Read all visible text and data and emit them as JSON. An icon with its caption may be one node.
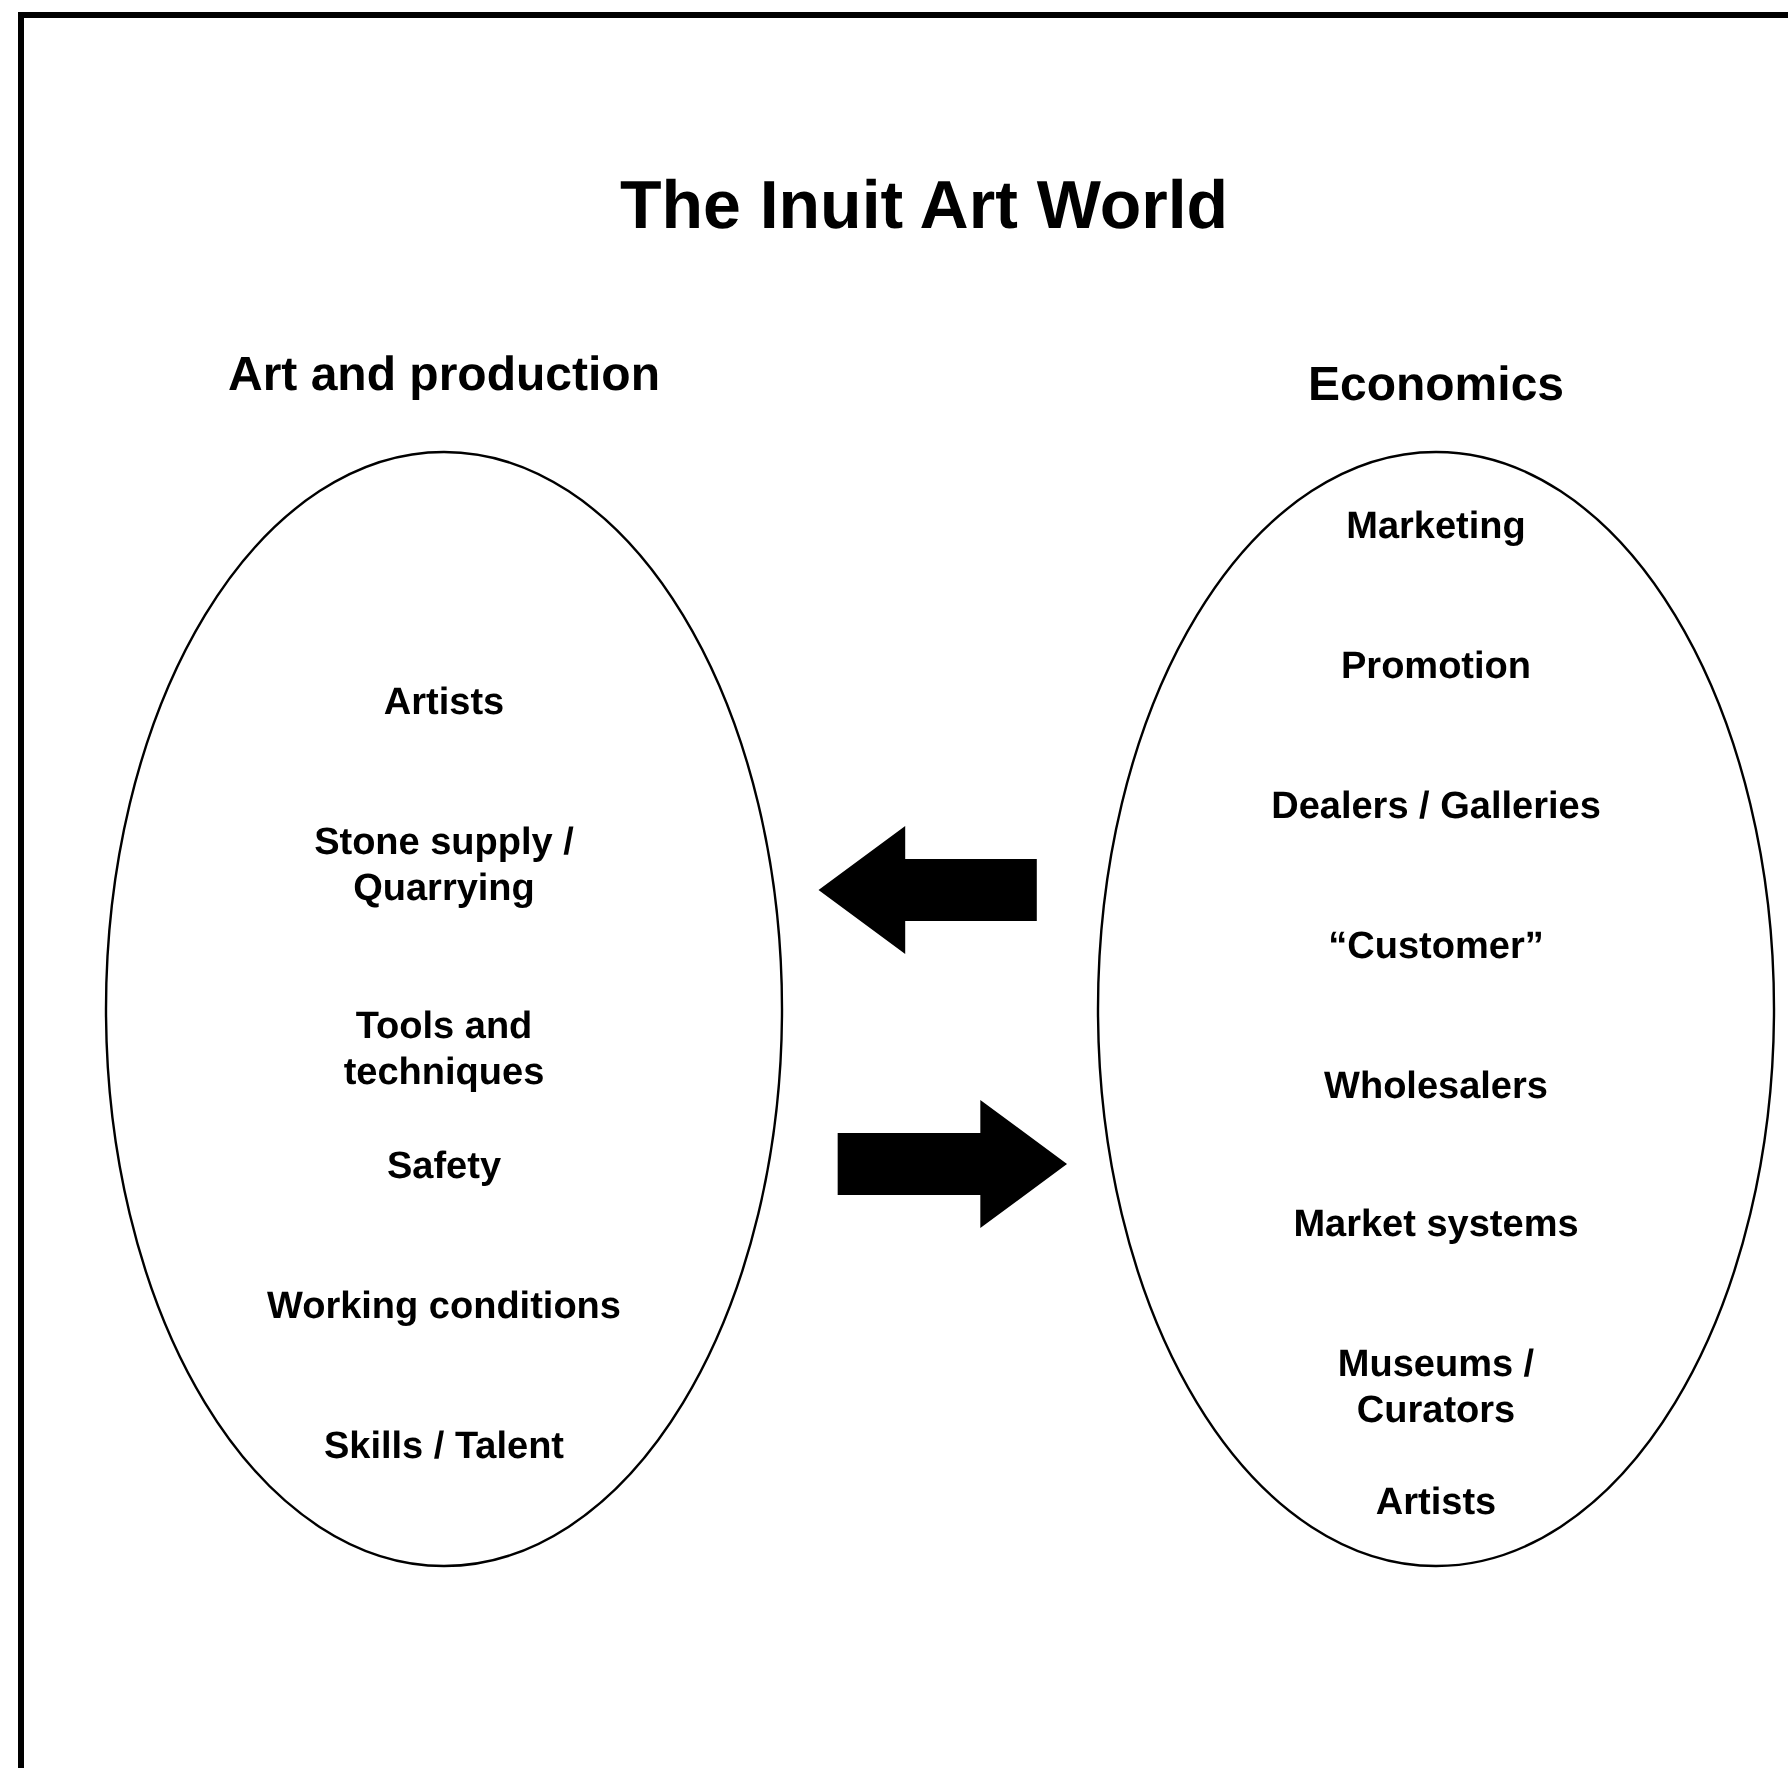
{
  "diagram": {
    "title": "The Inuit Art World",
    "nodes": [
      {
        "text": [
          "Art and production",
          "Artists",
          "Stone supply / Quarrying",
          "Tools and techniques",
          "Safety",
          "Working conditions",
          "Skills / Talent"
        ]
      },
      {
        "text": [
          "Economics",
          "Marketing",
          "Promotion",
          "Dealers / Galleries",
          "“Customer”",
          "Wholesalers",
          "Market systems",
          "Museums / Curators",
          "Artists"
        ]
      }
    ],
    "edges": [
      {
        "from": 1,
        "to": 0,
        "arrow": "to",
        "style": "thick"
      },
      {
        "from": 0,
        "to": 1,
        "arrow": "to",
        "style": "thick"
      }
    ]
  }
}
